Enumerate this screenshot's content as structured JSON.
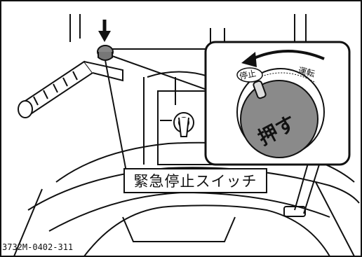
{
  "callout": {
    "label": "緊急停止スイッチ"
  },
  "inset": {
    "label_stop": "停止",
    "label_run": "運転",
    "label_push": "押す"
  },
  "figure": {
    "id": "3732M-0402-311"
  },
  "icons": {
    "pointer": "down-arrow-icon",
    "rotation": "curved-arrow-icon"
  },
  "colors": {
    "knob": "#8a8a8a",
    "line": "#111111",
    "background": "#ffffff"
  }
}
